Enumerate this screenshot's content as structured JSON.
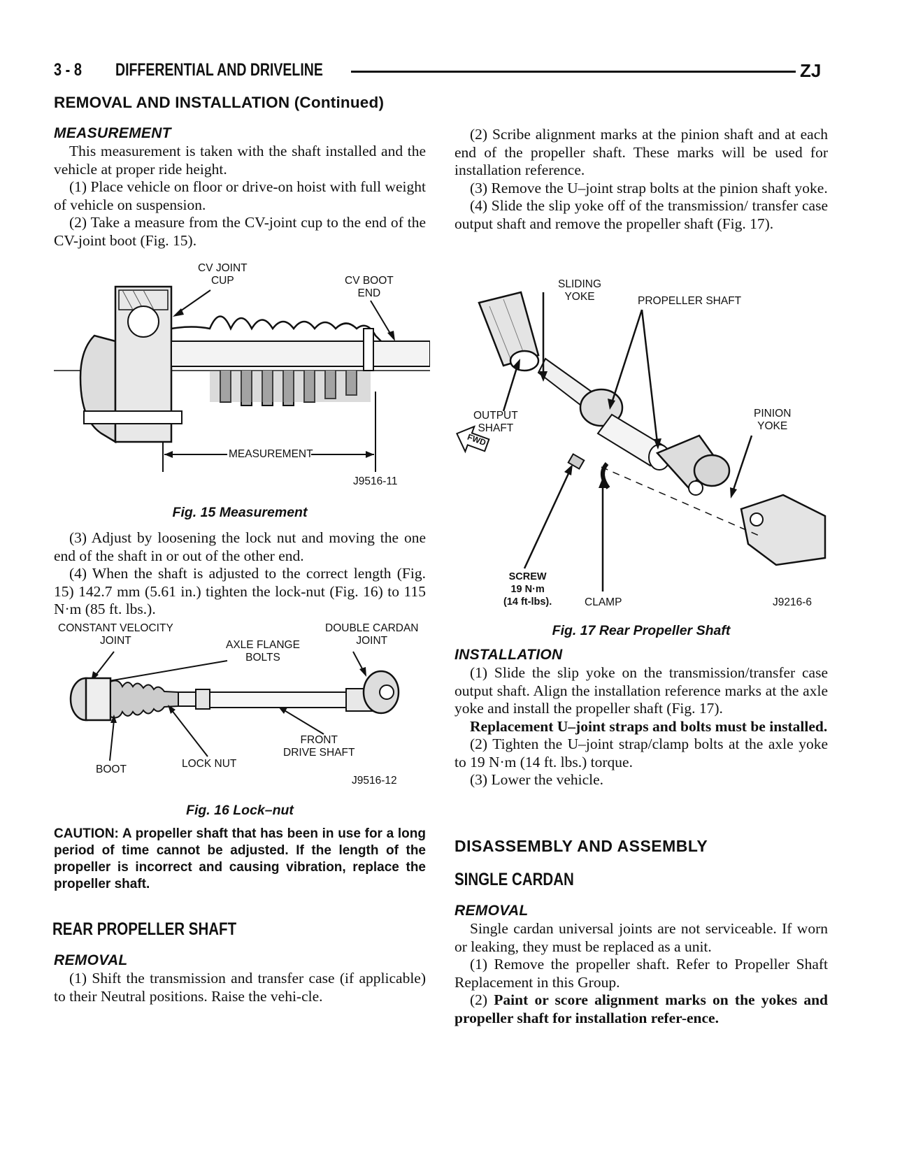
{
  "header": {
    "page_number": "3 - 8",
    "chapter_title": "DIFFERENTIAL AND DRIVELINE",
    "model_code": "ZJ",
    "section_title": "REMOVAL AND INSTALLATION (Continued)"
  },
  "left": {
    "measurement": {
      "heading": "MEASUREMENT",
      "p1": "This measurement is taken with the shaft installed and the vehicle at proper ride height.",
      "p2": "(1) Place vehicle on floor or drive-on hoist with full weight of vehicle on suspension.",
      "p3": "(2) Take a measure from the CV-joint cup to the end of the CV-joint boot (Fig. 15)."
    },
    "fig15": {
      "label_cv_joint_cup": "CV JOINT CUP",
      "label_cv_joint_line1": "CV JOINT",
      "label_cv_joint_line2": "CUP",
      "label_cv_boot_line1": "CV BOOT",
      "label_cv_boot_line2": "END",
      "label_measurement": "MEASUREMENT",
      "code": "J9516-11",
      "caption": "Fig. 15 Measurement"
    },
    "p4": "(3) Adjust by loosening the lock nut and moving the one end of the shaft in or out of the other end.",
    "p5": "(4) When the shaft is adjusted to the correct length (Fig. 15) 142.7 mm (5.61 in.) tighten the lock-nut (Fig. 16) to 115 N·m (85 ft. lbs.).",
    "fig16": {
      "label_cvj_line1": "CONSTANT VELOCITY",
      "label_cvj_line2": "JOINT",
      "label_axle_line1": "AXLE FLANGE",
      "label_axle_line2": "BOLTS",
      "label_dcj_line1": "DOUBLE CARDAN",
      "label_dcj_line2": "JOINT",
      "label_front_line1": "FRONT",
      "label_front_line2": "DRIVE SHAFT",
      "label_boot": "BOOT",
      "label_lock_nut": "LOCK NUT",
      "code": "J9516-12",
      "caption": "Fig. 16 Lock–nut"
    },
    "caution": "CAUTION: A propeller shaft that has been in use for a long period of time cannot be adjusted. If the length of the propeller is incorrect and causing vibration, replace the propeller shaft.",
    "rear_heading": "REAR PROPELLER SHAFT",
    "removal_heading": "REMOVAL",
    "removal_p1": "(1) Shift the transmission and transfer case (if applicable) to their Neutral positions. Raise the vehi-cle."
  },
  "right": {
    "p1": "(2) Scribe alignment marks at the pinion shaft and at each end of the propeller shaft. These marks will be used for installation reference.",
    "p2": "(3) Remove the U–joint strap bolts at the pinion shaft yoke.",
    "p3": "(4) Slide the slip yoke off of the transmission/ transfer case output shaft and remove the propeller shaft (Fig. 17).",
    "fig17": {
      "label_sliding_line1": "SLIDING",
      "label_sliding_line2": "YOKE",
      "label_propeller": "PROPELLER SHAFT",
      "label_output_line1": "OUTPUT",
      "label_output_line2": "SHAFT",
      "label_fwd": "FWD",
      "label_pinion_line1": "PINION",
      "label_pinion_line2": "YOKE",
      "label_screw_line1": "SCREW",
      "label_screw_line2": "19 N·m",
      "label_screw_line3": "(14 ft-lbs).",
      "label_clamp": "CLAMP",
      "code": "J9216-6",
      "caption": "Fig. 17 Rear Propeller Shaft"
    },
    "installation_heading": "INSTALLATION",
    "inst_p1": "(1) Slide the slip yoke on the transmission/transfer case output shaft. Align the installation reference marks at the axle yoke and install the propeller shaft (Fig. 17).",
    "inst_bold": "Replacement U–joint straps and bolts must be installed.",
    "inst_p2": "(2) Tighten the U–joint strap/clamp bolts at the axle yoke to 19 N·m (14 ft. lbs.) torque.",
    "inst_p3": "(3) Lower the vehicle.",
    "disassembly_heading": "DISASSEMBLY AND ASSEMBLY",
    "single_cardan_heading": "SINGLE CARDAN",
    "removal_heading": "REMOVAL",
    "rem_p1": "Single cardan universal joints are not serviceable. If worn or leaking, they must be replaced as a unit.",
    "rem_p2": "(1) Remove the propeller shaft. Refer to Propeller Shaft Replacement in this Group.",
    "rem_p3_prefix": "(2)",
    "rem_p3_bold": "Paint or score alignment marks on the yokes and propeller shaft for installation refer-ence."
  }
}
